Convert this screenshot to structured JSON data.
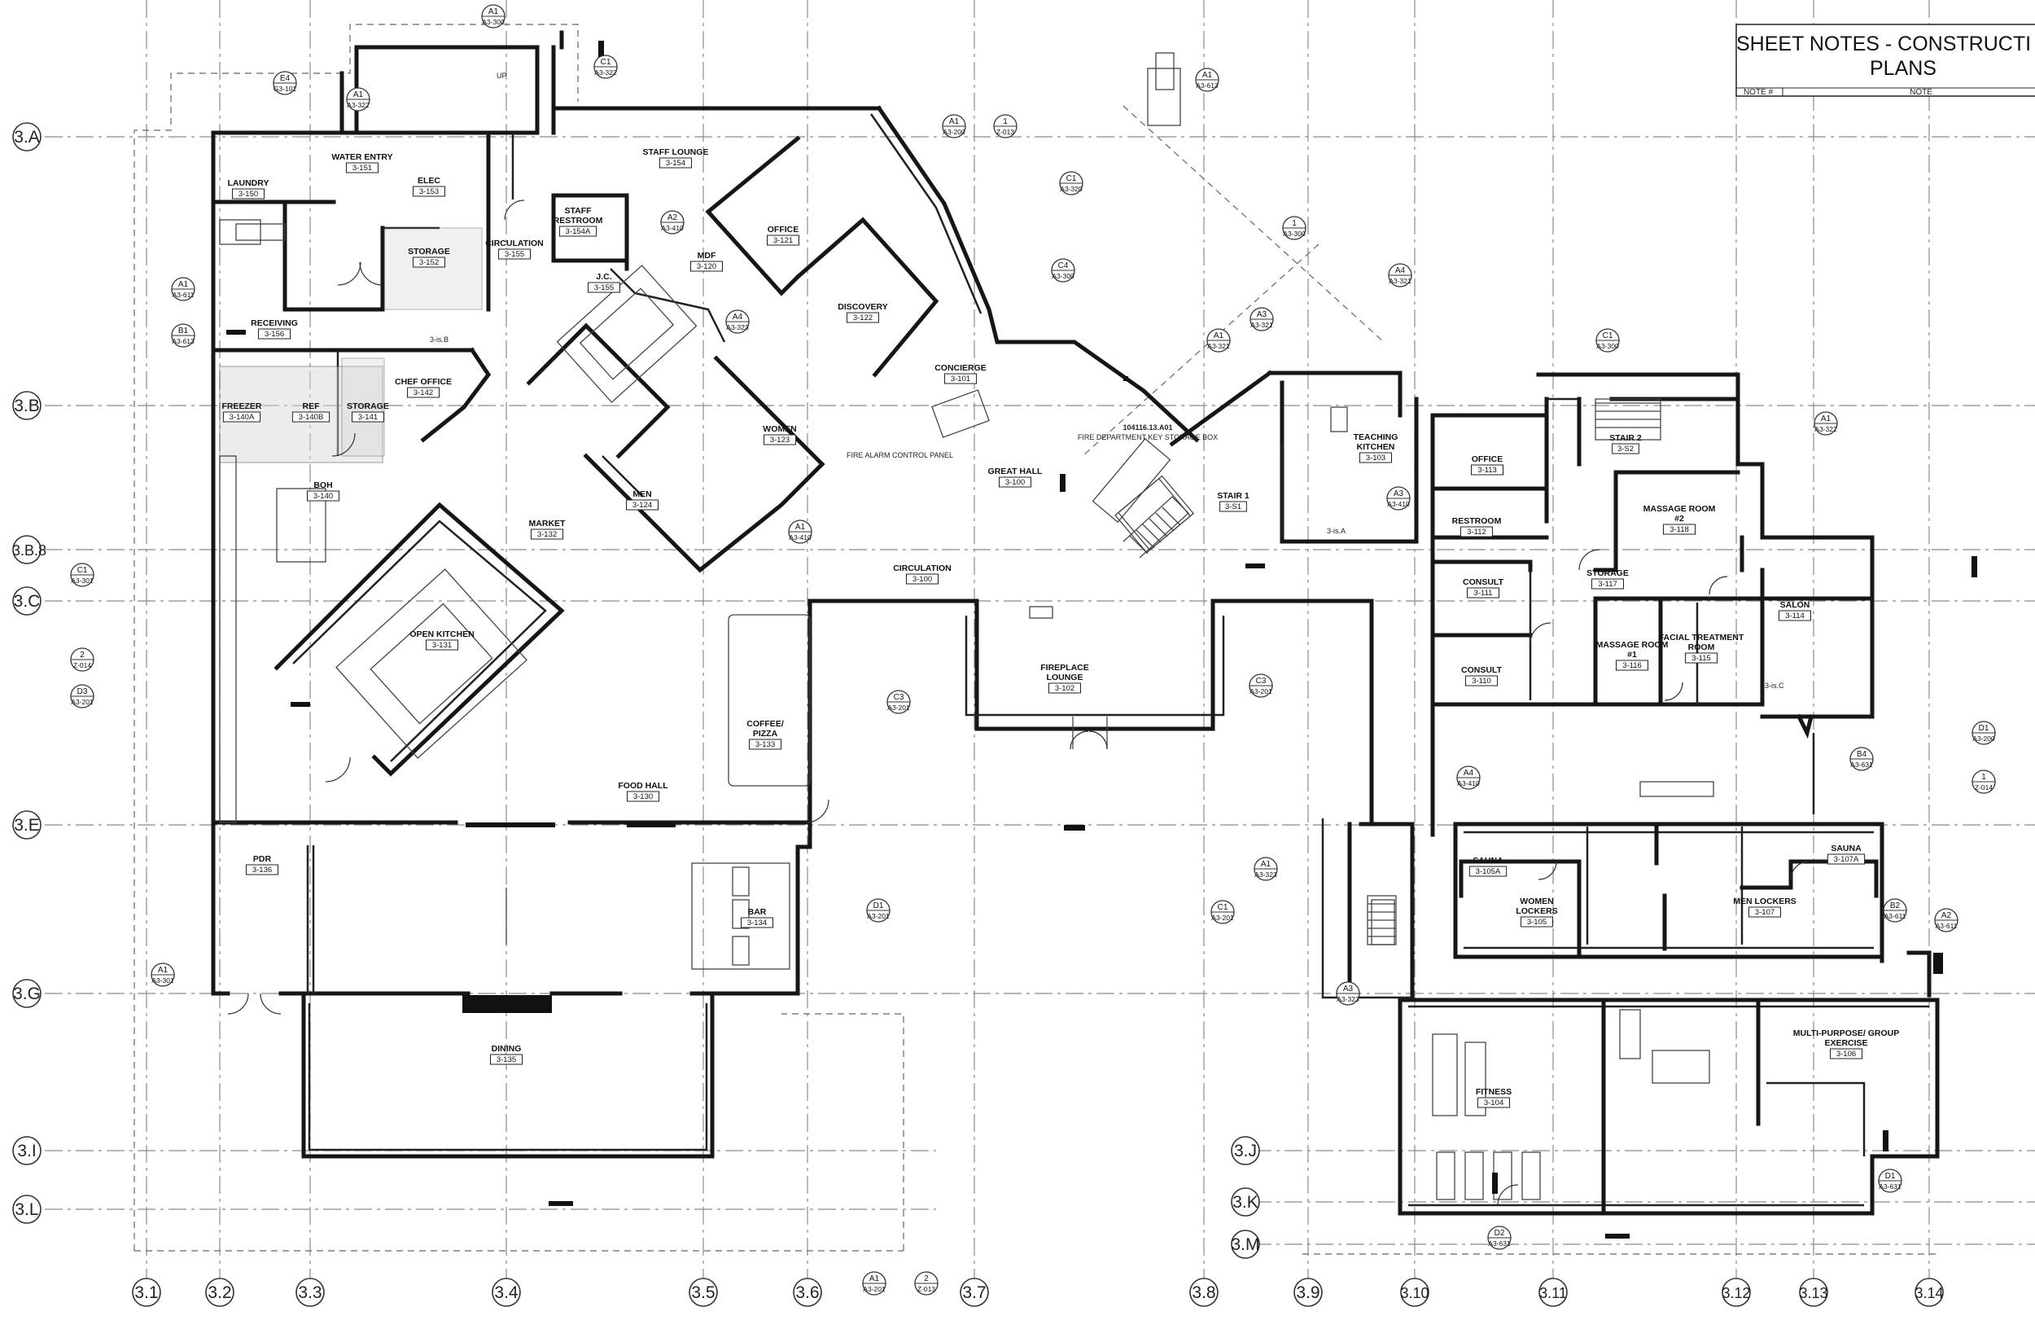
{
  "sheet_notes": {
    "title_line1": "SHEET NOTES - CONSTRUCTI",
    "title_line2": "PLANS",
    "col_note_num": "NOTE #",
    "col_note": "NOTE"
  },
  "grid_lines": {
    "vertical": [
      "3.1",
      "3.2",
      "3.3",
      "3.4",
      "3.5",
      "3.6",
      "3.7",
      "3.8",
      "3.9",
      "3.10",
      "3.11",
      "3.12",
      "3.13",
      "3.14"
    ],
    "horizontal": [
      "3.A",
      "3.B",
      "3.B.8",
      "3.C",
      "3.E",
      "3.G",
      "3.I",
      "3.L"
    ],
    "horizontal_right": [
      "3.J",
      "3.K",
      "3.M"
    ]
  },
  "rooms": [
    {
      "name": "LAUNDRY",
      "number": "3-150"
    },
    {
      "name": "WATER ENTRY",
      "number": "3-151"
    },
    {
      "name": "ELEC",
      "number": "3-153"
    },
    {
      "name": "STORAGE",
      "number": "3-152"
    },
    {
      "name": "CIRCULATION",
      "number": "3-155"
    },
    {
      "name": "STAFF RESTROOM",
      "number": "3-154A"
    },
    {
      "name": "J.C.",
      "number": "3-155"
    },
    {
      "name": "STAFF LOUNGE",
      "number": "3-154"
    },
    {
      "name": "MDF",
      "number": "3-120"
    },
    {
      "name": "OFFICE",
      "number": "3-121"
    },
    {
      "name": "DISCOVERY",
      "number": "3-122"
    },
    {
      "name": "CONCIERGE",
      "number": "3-101"
    },
    {
      "name": "RECEIVING",
      "number": "3-156"
    },
    {
      "name": "CHEF OFFICE",
      "number": "3-142"
    },
    {
      "name": "FREEZER",
      "number": "3-140A"
    },
    {
      "name": "REF",
      "number": "3-140B"
    },
    {
      "name": "STORAGE",
      "number": "3-141"
    },
    {
      "name": "BOH",
      "number": "3-140"
    },
    {
      "name": "WOMEN",
      "number": "3-123"
    },
    {
      "name": "MEN",
      "number": "3-124"
    },
    {
      "name": "MARKET",
      "number": "3-132"
    },
    {
      "name": "GREAT HALL",
      "number": "3-100"
    },
    {
      "name": "STAIR 1",
      "number": "3-S1"
    },
    {
      "name": "TEACHING KITCHEN",
      "number": "3-103"
    },
    {
      "name": "OFFICE",
      "number": "3-113"
    },
    {
      "name": "RESTROOM",
      "number": "3-112"
    },
    {
      "name": "STAIR 2",
      "number": "3-S2"
    },
    {
      "name": "MASSAGE ROOM #2",
      "number": "3-118"
    },
    {
      "name": "CIRCULATION",
      "number": "3-100"
    },
    {
      "name": "OPEN KITCHEN",
      "number": "3-131"
    },
    {
      "name": "CONSULT",
      "number": "3-111"
    },
    {
      "name": "CONSULT",
      "number": "3-110"
    },
    {
      "name": "STORAGE",
      "number": "3-117"
    },
    {
      "name": "MASSAGE ROOM #1",
      "number": "3-116"
    },
    {
      "name": "FACIAL TREATMENT ROOM",
      "number": "3-115"
    },
    {
      "name": "SALON",
      "number": "3-114"
    },
    {
      "name": "FIREPLACE LOUNGE",
      "number": "3-102"
    },
    {
      "name": "COFFEE/ PIZZA",
      "number": "3-133"
    },
    {
      "name": "FOOD HALL",
      "number": "3-130"
    },
    {
      "name": "PDR",
      "number": "3-136"
    },
    {
      "name": "BAR",
      "number": "3-134"
    },
    {
      "name": "SAUNA",
      "number": "3-105A"
    },
    {
      "name": "WOMEN LOCKERS",
      "number": "3-105"
    },
    {
      "name": "MEN LOCKERS",
      "number": "3-107"
    },
    {
      "name": "SAUNA",
      "number": "3-107A"
    },
    {
      "name": "DINING",
      "number": "3-135"
    },
    {
      "name": "FITNESS",
      "number": "3-104"
    },
    {
      "name": "MULTI-PURPOSE/ GROUP EXERCISE",
      "number": "3-106"
    }
  ],
  "section_tags": [
    {
      "id": "A1",
      "sheet": "A3-300"
    },
    {
      "id": "C1",
      "sheet": "A3-322"
    },
    {
      "id": "E4",
      "sheet": "G3-101"
    },
    {
      "id": "A1",
      "sheet": "A3-322"
    },
    {
      "id": "A1",
      "sheet": "A3-613"
    },
    {
      "id": "A1",
      "sheet": "A3-200"
    },
    {
      "id": "1",
      "sheet": "Z-013"
    },
    {
      "id": "C1",
      "sheet": "A3-320"
    },
    {
      "id": "A2",
      "sheet": "A3-410"
    },
    {
      "id": "1",
      "sheet": "A3-300"
    },
    {
      "id": "A4",
      "sheet": "A3-321"
    },
    {
      "id": "C4",
      "sheet": "A3-300"
    },
    {
      "id": "A1",
      "sheet": "A3-611"
    },
    {
      "id": "B1",
      "sheet": "A3-613"
    },
    {
      "id": "A4",
      "sheet": "A3-323"
    },
    {
      "id": "A1",
      "sheet": "A3-321"
    },
    {
      "id": "A3",
      "sheet": "A3-321"
    },
    {
      "id": "C1",
      "sheet": "A3-300"
    },
    {
      "id": "A1",
      "sheet": "A3-322"
    },
    {
      "id": "A3",
      "sheet": "A3-410"
    },
    {
      "id": "A1",
      "sheet": "A3-410"
    },
    {
      "id": "C1",
      "sheet": "A3-301"
    },
    {
      "id": "2",
      "sheet": "Z-014"
    },
    {
      "id": "D3",
      "sheet": "A3-201"
    },
    {
      "id": "C3",
      "sheet": "A3-201"
    },
    {
      "id": "C3",
      "sheet": "A3-201"
    },
    {
      "id": "D1",
      "sheet": "A3-200"
    },
    {
      "id": "B4",
      "sheet": "A3-631"
    },
    {
      "id": "1",
      "sheet": "Z-014"
    },
    {
      "id": "A4",
      "sheet": "A3-410"
    },
    {
      "id": "A1",
      "sheet": "A3-323"
    },
    {
      "id": "D1",
      "sheet": "A3-201"
    },
    {
      "id": "C1",
      "sheet": "A3-201"
    },
    {
      "id": "B2",
      "sheet": "A3-611"
    },
    {
      "id": "A2",
      "sheet": "A3-611"
    },
    {
      "id": "A1",
      "sheet": "A3-301"
    },
    {
      "id": "A3",
      "sheet": "A3-323"
    },
    {
      "id": "D1",
      "sheet": "A3-631"
    },
    {
      "id": "D2",
      "sheet": "A3-631"
    },
    {
      "id": "A1",
      "sheet": "A3-201"
    },
    {
      "id": "2",
      "sheet": "Z-013"
    }
  ],
  "annotations": {
    "fire_alarm": "FIRE ALARM CONTROL PANEL",
    "fd_key_box_code": "104116.13.A01",
    "fd_key_box_text": "FIRE DEPARTMENT KEY STORAGE BOX",
    "up": "UP",
    "tag_3isB": "3-is.B",
    "tag_3isA": "3-is.A",
    "tag_3isC": "3-is.C"
  }
}
